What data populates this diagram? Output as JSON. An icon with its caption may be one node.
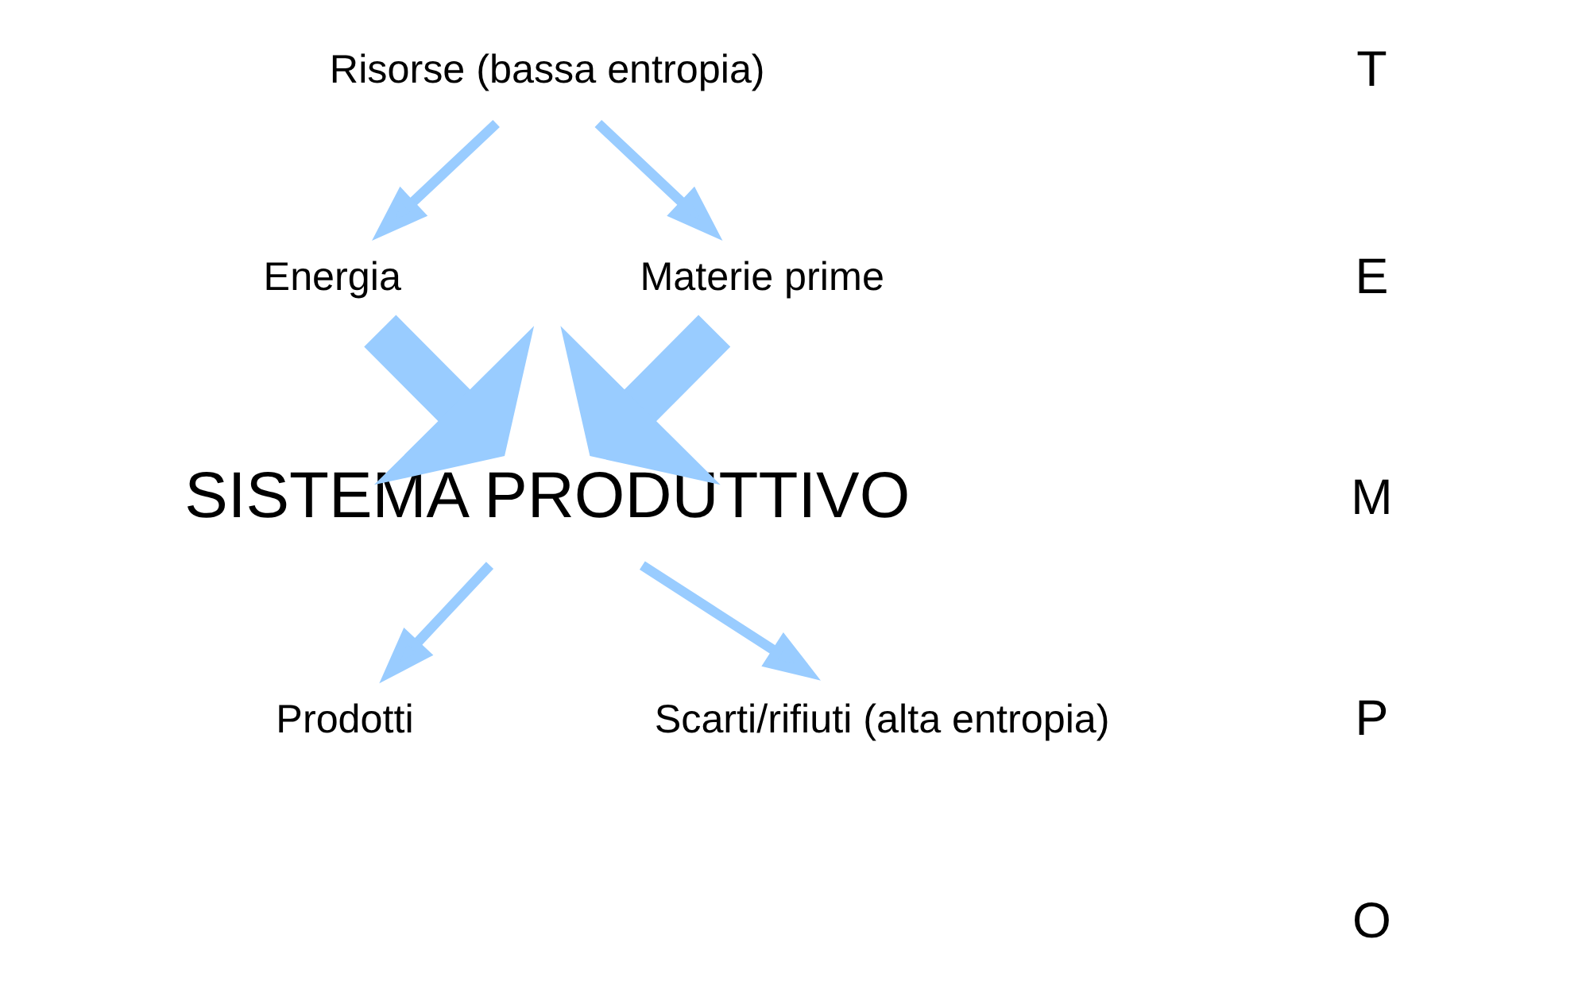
{
  "diagram": {
    "nodes": [
      {
        "text": [
          "Risorse (bassa entropia)"
        ]
      },
      {
        "text": [
          "Energia"
        ]
      },
      {
        "text": [
          "Materie prime"
        ]
      },
      {
        "text": [
          "SISTEMA PRODUTTIVO"
        ]
      },
      {
        "text": [
          "Prodotti"
        ]
      },
      {
        "text": [
          "Scarti/rifiuti (alta entropia)"
        ]
      }
    ],
    "edges": [
      {
        "from": 0,
        "to": 1,
        "arrow": "to"
      },
      {
        "from": 0,
        "to": 2,
        "arrow": "to"
      },
      {
        "from": 1,
        "to": 3,
        "arrow": "to",
        "style": "thick"
      },
      {
        "from": 2,
        "to": 3,
        "arrow": "to",
        "style": "thick"
      },
      {
        "from": 3,
        "to": 4,
        "arrow": "to"
      },
      {
        "from": 3,
        "to": 5,
        "arrow": "to"
      }
    ],
    "labels": [
      "T",
      "E",
      "M",
      "P",
      "O"
    ]
  }
}
